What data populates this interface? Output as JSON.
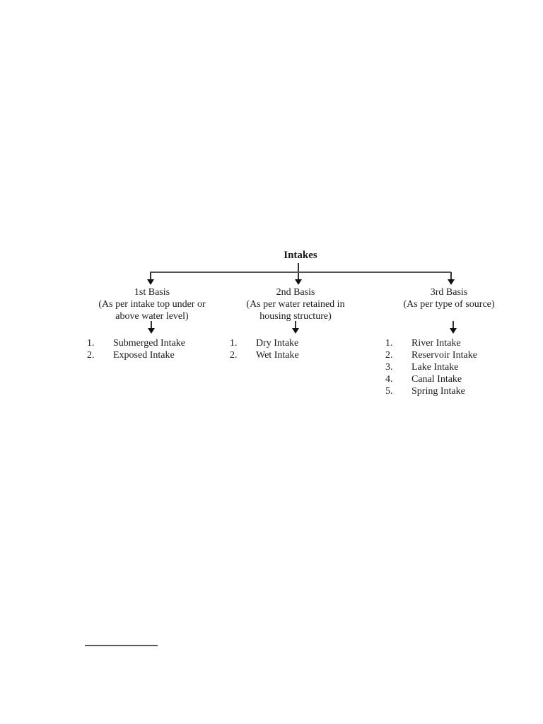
{
  "page": {
    "background": "#ffffff",
    "text_color": "#1a1a1a"
  },
  "colors": {
    "connector_vertical": "#333333",
    "connector_horizontal": "#555555",
    "arrowhead": "#111111",
    "footnote_rule": "#58595b"
  },
  "icons": {
    "arrow_down": "filled-down-triangle"
  },
  "diagram": {
    "root_label": "Intakes",
    "branches": [
      {
        "name": "1st Basis",
        "desc": [
          "(As per intake top under or",
          "above water level)"
        ],
        "items": [
          {
            "num": "1.",
            "label": "Submerged Intake"
          },
          {
            "num": "2.",
            "label": "Exposed Intake"
          }
        ]
      },
      {
        "name": "2nd Basis",
        "desc": [
          "(As per water retained in",
          "housing structure)"
        ],
        "items": [
          {
            "num": "1.",
            "label": "Dry Intake"
          },
          {
            "num": "2.",
            "label": "Wet Intake"
          }
        ]
      },
      {
        "name": "3rd Basis",
        "desc": [
          "(As per type of source)"
        ],
        "items": [
          {
            "num": "1.",
            "label": "River Intake"
          },
          {
            "num": "2.",
            "label": "Reservoir Intake"
          },
          {
            "num": "3.",
            "label": "Lake Intake"
          },
          {
            "num": "4.",
            "label": "Canal Intake"
          },
          {
            "num": "5.",
            "label": "Spring Intake"
          }
        ]
      }
    ]
  }
}
